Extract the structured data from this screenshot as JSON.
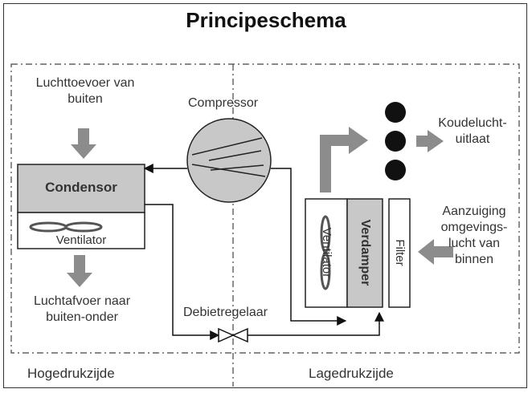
{
  "title": "Principeschema",
  "labels": {
    "air_in_outside": [
      "Luchttoevoer van",
      "buiten"
    ],
    "condenser": "Condensor",
    "condenser_fan": "Ventilator",
    "air_out_outside": [
      "Luchtafvoer naar",
      "buiten-onder"
    ],
    "compressor": "Compressor",
    "expansion_valve": "Debietregelaar",
    "cold_air_outlet": [
      "Koudelucht-",
      "uitlaat"
    ],
    "evaporator": "Verdamper",
    "evaporator_fan": "Ventilator",
    "filter": "Filter",
    "room_air_intake": [
      "Aanzuiging",
      "omgevings-",
      "lucht van",
      "binnen"
    ],
    "high_pressure_side": "Hogedrukzijde",
    "low_pressure_side": "Lagedrukzijde"
  },
  "colors": {
    "component_fill": "#c8c8c8",
    "flow_arrow": "#8c8c8c",
    "line": "#222222"
  }
}
